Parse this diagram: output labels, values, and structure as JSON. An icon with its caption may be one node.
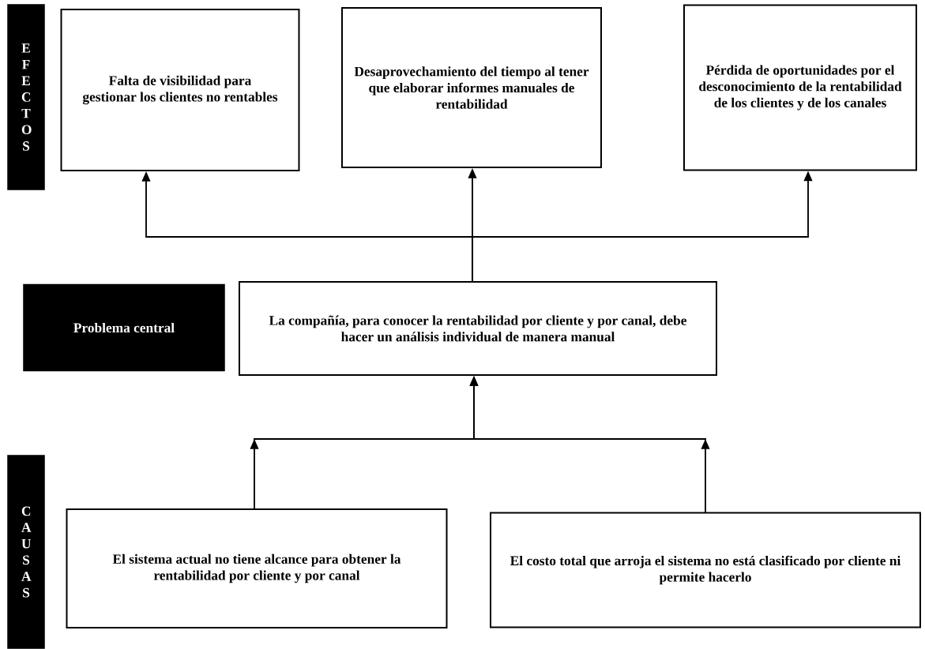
{
  "diagram": {
    "nodes": [
      {
        "text": [
          "E F E C T O S"
        ]
      },
      {
        "text": [
          "Falta de visibilidad para gestionar los clientes no rentables"
        ]
      },
      {
        "text": [
          "Desaprovechamiento del tiempo al tener que elaborar informes manuales de rentabilidad"
        ]
      },
      {
        "text": [
          "Pérdida de oportunidades por el desconocimiento de la rentabilidad de los clientes y de los canales"
        ]
      },
      {
        "text": [
          "Problema central"
        ]
      },
      {
        "text": [
          "La compañía, para conocer la rentabilidad por cliente y por canal, debe hacer un análisis individual de manera manual"
        ]
      },
      {
        "text": [
          "C A U S A S"
        ]
      },
      {
        "text": [
          "El sistema actual no tiene alcance para obtener la rentabilidad por cliente y por canal"
        ]
      },
      {
        "text": [
          "El costo total que arroja el sistema no está clasificado por cliente ni permite hacerlo"
        ]
      }
    ],
    "edges": [
      {
        "from": 5,
        "to": 1,
        "arrow": "to"
      },
      {
        "from": 5,
        "to": 2,
        "arrow": "to"
      },
      {
        "from": 5,
        "to": 3,
        "arrow": "to"
      },
      {
        "from": 7,
        "to": 5,
        "arrow": "to"
      },
      {
        "from": 8,
        "to": 5,
        "arrow": "to"
      }
    ]
  }
}
